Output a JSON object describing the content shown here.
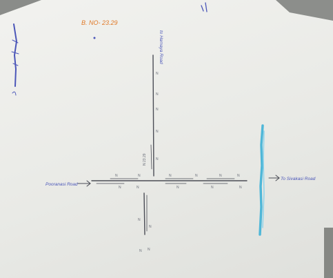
{
  "sketch": {
    "date_label": "B. NO- 23.29",
    "north_road_label": "to Hamaya Road",
    "west_road_label": "Pooranasi Road",
    "east_road_label": "To Sivakasi Road",
    "colors": {
      "paper": "#efefec",
      "background": "#7d7f7c",
      "ink_blue": "#4a55b8",
      "ink_orange": "#e07a28",
      "marker_cyan": "#4fb7d8"
    }
  }
}
